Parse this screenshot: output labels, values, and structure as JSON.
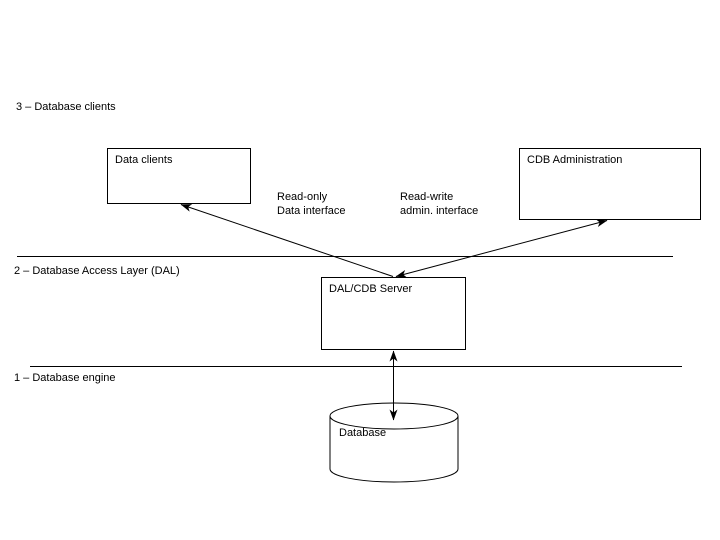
{
  "page": {
    "background_color": "#ffffff",
    "line_color": "#000000"
  },
  "diagram": {
    "layer_labels": {
      "layer3": "3 – Database clients",
      "layer2": "2 – Database Access Layer (DAL)",
      "layer1": "1 – Database engine"
    },
    "nodes": {
      "data_clients": "Data clients",
      "cdb_administration": "CDB Administration",
      "dal_cdb_server": "DAL/CDB Server",
      "database": "Database"
    },
    "edge_labels": {
      "read_only_line1": "Read-only",
      "read_only_line2": "Data interface",
      "read_write_line1": "Read-write",
      "read_write_line2": "admin. interface"
    }
  }
}
